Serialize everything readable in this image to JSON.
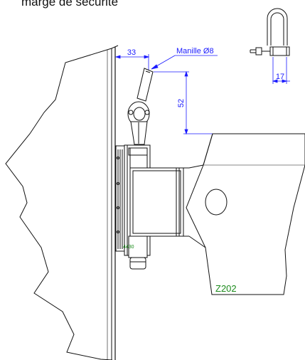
{
  "caption": "marge de sécurité",
  "dimensions": {
    "horizontal_offset": "33",
    "vertical_offset": "52",
    "shackle_width": "17"
  },
  "callout_label": "Manille Ø8",
  "part_labels": {
    "plate_code": "4430",
    "profile_code": "Z202"
  },
  "colors": {
    "dimension": "#1a1aff",
    "part_code": "#1a8a1a",
    "outline": "#111111"
  }
}
